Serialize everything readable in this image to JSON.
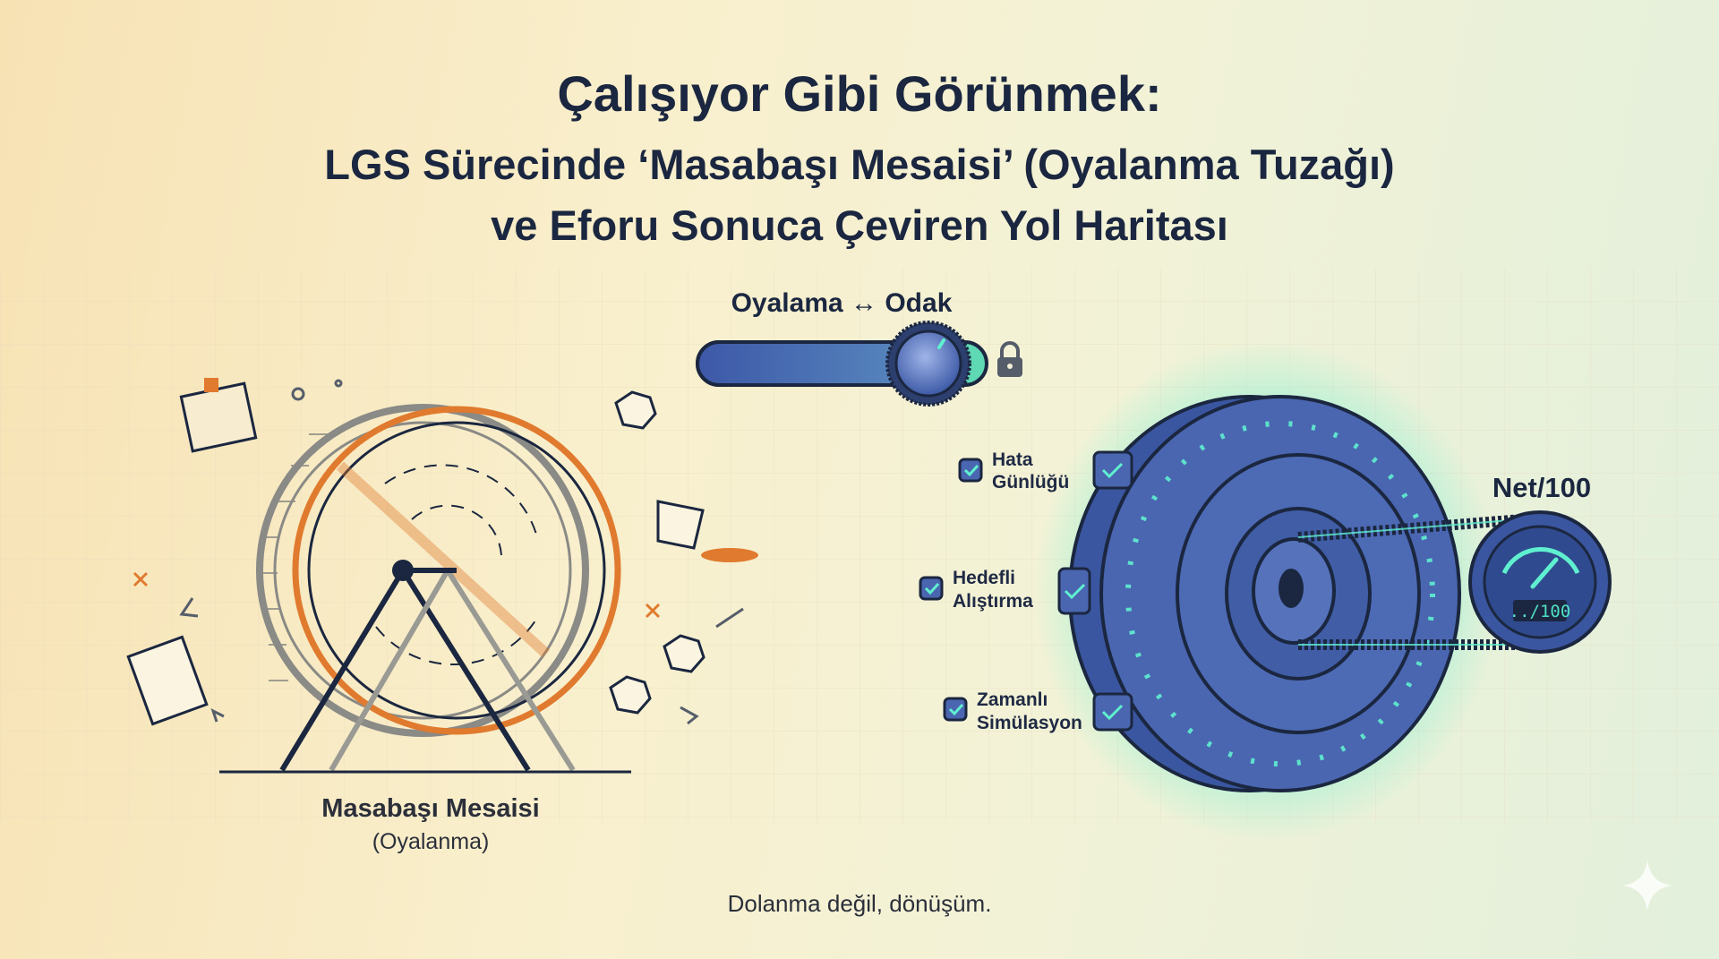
{
  "title": {
    "line1": "Çalışıyor Gibi Görünmek:",
    "line2": "LGS Sürecinde ‘Masabaşı Mesaisi’ (Oyalanma Tuzağı)",
    "line3": "ve Eforu Sonuca Çeviren Yol Haritası"
  },
  "slider": {
    "label": "Oyalama ↔ Odak",
    "value_fraction": 0.85,
    "locked": true,
    "icon": "lock-icon"
  },
  "left_panel": {
    "caption": "Masabaşı Mesaisi",
    "subcaption": "(Oyalanma)"
  },
  "right_panel": {
    "checklist": [
      {
        "line1": "Hata",
        "line2": "Günlüğü",
        "checked": true
      },
      {
        "line1": "Hedefli",
        "line2": "Alıştırma",
        "checked": true
      },
      {
        "line1": "Zamanlı",
        "line2": "Simülasyon",
        "checked": true
      }
    ],
    "gauge_title": "Net/100",
    "gauge_display": "../100"
  },
  "footer": "Dolanma değil, dönüşüm.",
  "colors": {
    "navy": "#1b2740",
    "blue": "#4a66b0",
    "teal": "#4fe0c0",
    "orange": "#e07a2e"
  }
}
